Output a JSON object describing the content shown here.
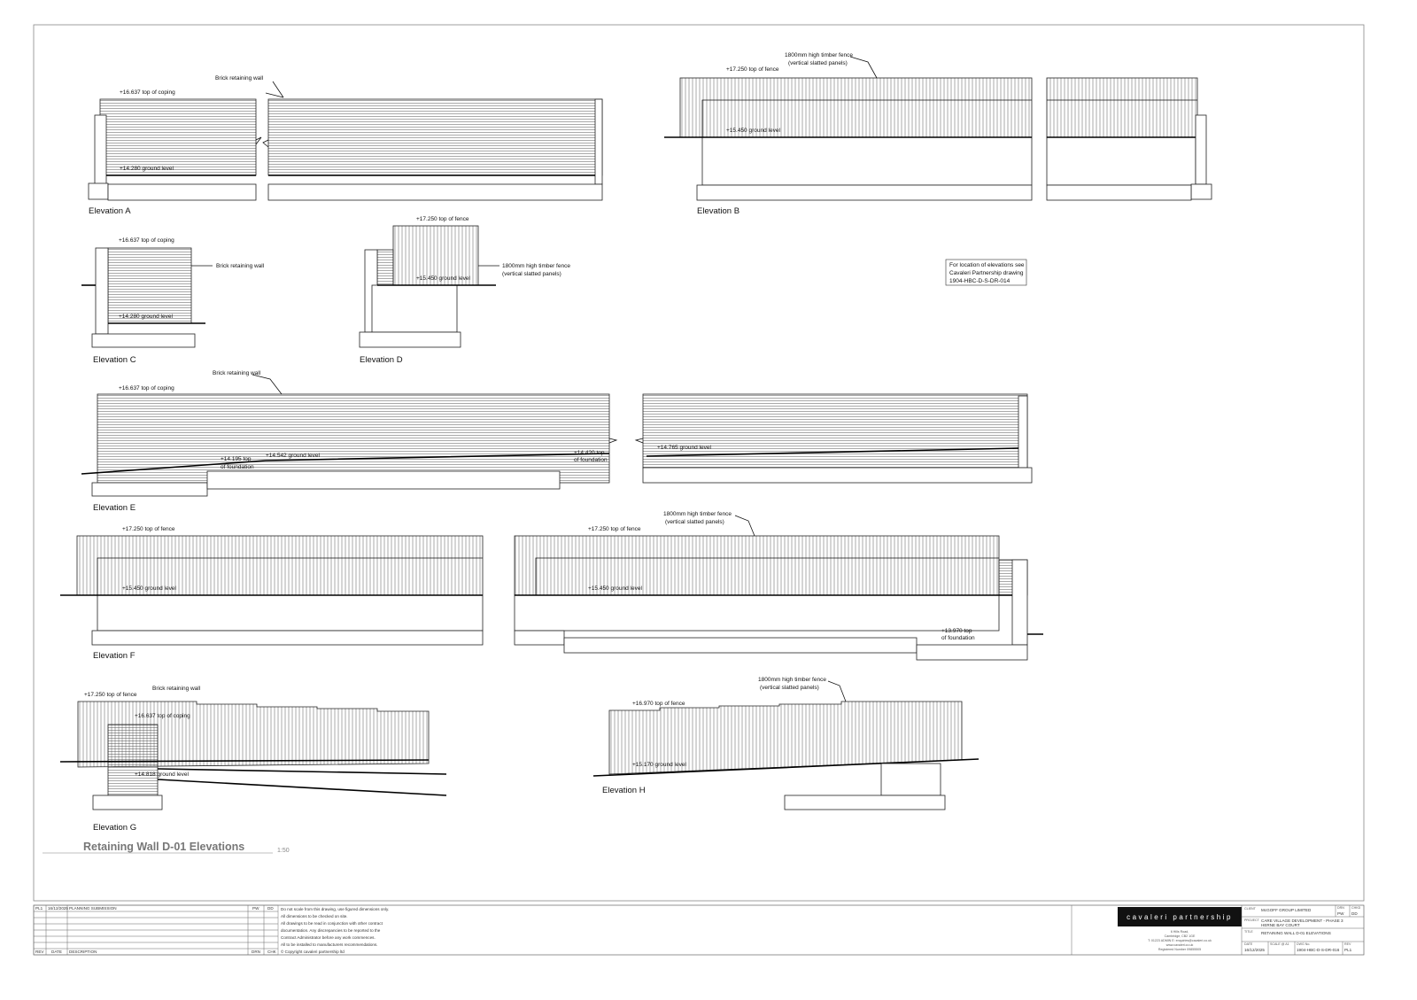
{
  "drawing": {
    "title": "Retaining Wall D-01 Elevations",
    "scale": "1:50",
    "note": [
      "For location of elevations see",
      "Cavaleri Partnership drawing",
      "1904-HBC-D-S-DR-014"
    ]
  },
  "elevations": {
    "a": {
      "name": "Elevation A",
      "coping": "+16.637 top of coping",
      "ground": "+14.280 ground level",
      "wall": "Brick retaining wall"
    },
    "b": {
      "name": "Elevation B",
      "fence1": "1800mm high timber fence",
      "fence2": "(vertical slatted panels)",
      "top": "+17.250 top of fence",
      "ground": "+15.450 ground level"
    },
    "c": {
      "name": "Elevation C",
      "coping": "+16.637 top of coping",
      "wall": "Brick retaining wall",
      "ground": "+14.280 ground level"
    },
    "d": {
      "name": "Elevation D",
      "top": "+17.250 top of fence",
      "fence1": "1800mm high timber fence",
      "fence2": "(vertical slatted panels)",
      "ground": "+15.450 ground level"
    },
    "e": {
      "name": "Elevation E",
      "wall": "Brick retaining wall",
      "coping": "+16.637 top of coping",
      "found1a": "+14.195 top",
      "found1b": "of foundation",
      "ground1": "+14.542 ground level",
      "found2a": "+14.420 top",
      "found2b": "of foundation",
      "ground2": "+14.765 ground level"
    },
    "f": {
      "name": "Elevation F",
      "top1": "+17.250 top of fence",
      "top2": "+17.250 top of fence",
      "ground1": "+15.450 ground level",
      "ground2": "+15.450 ground level",
      "fence1": "1800mm high timber fence",
      "fence2": "(vertical slatted panels)",
      "found1": "+13.970 top",
      "found2": "of foundation"
    },
    "g": {
      "name": "Elevation G",
      "top": "+17.250 top of fence",
      "wall": "Brick retaining wall",
      "coping": "+16.637 top of coping",
      "ground": "+14.818 ground level"
    },
    "h": {
      "name": "Elevation H",
      "fence1": "1800mm high timber fence",
      "fence2": "(vertical slatted panels)",
      "top": "+16.970 top of fence",
      "ground": "+15.170 ground level"
    }
  },
  "title_block": {
    "revision": {
      "rev": "PL1",
      "date": "16/12/2025",
      "description": "PLANNING SUBMISSION",
      "drawn": "PW",
      "checked": "DD"
    },
    "rev_headers": [
      "REV",
      "DATE",
      "DESCRIPTION",
      "DRN",
      "CHK"
    ],
    "notes": [
      "Do not scale from this drawing, use figured dimensions only.",
      "All dimensions to be checked on site.",
      "All drawings to be read in conjunction with other contract",
      "documentation. Any discrepancies to be reported to the",
      "Contract Administrator before any work commences.",
      "All to be installed to manufacturers recommendations.",
      "© Copyright cavaleri partnership ltd"
    ],
    "company": "cavaleri partnership",
    "address": [
      "6 Hills Road,",
      "Cambridge, CB2 1GE",
      "T: 01223 ADMIN  E: enquiries@cavaleri.co.uk",
      "www.cavaleri.co.uk",
      "Registered Number 09855505"
    ],
    "client_label": "CLIENT",
    "client": "McGOFF GROUP LIMITED",
    "project_label": "PROJECT",
    "project": "CARE VILLAGE DEVELOPMENT - PHASE 3",
    "project2": "HERNE BAY COURT",
    "title_label": "TITLE",
    "title": "RETAINING WALL D-01 ELEVATIONS",
    "drn_label": "DRN",
    "drn": "PW",
    "chkd_label": "CHKD",
    "chkd": "DD",
    "date_label": "DATE",
    "date": "16/12/2025",
    "scale_label": "SCALE @ A1",
    "dwg_label": "DWG No.",
    "dwg": "1904-HBC-D-S-DR-016",
    "rev_label": "REV",
    "rev": "PL1"
  }
}
